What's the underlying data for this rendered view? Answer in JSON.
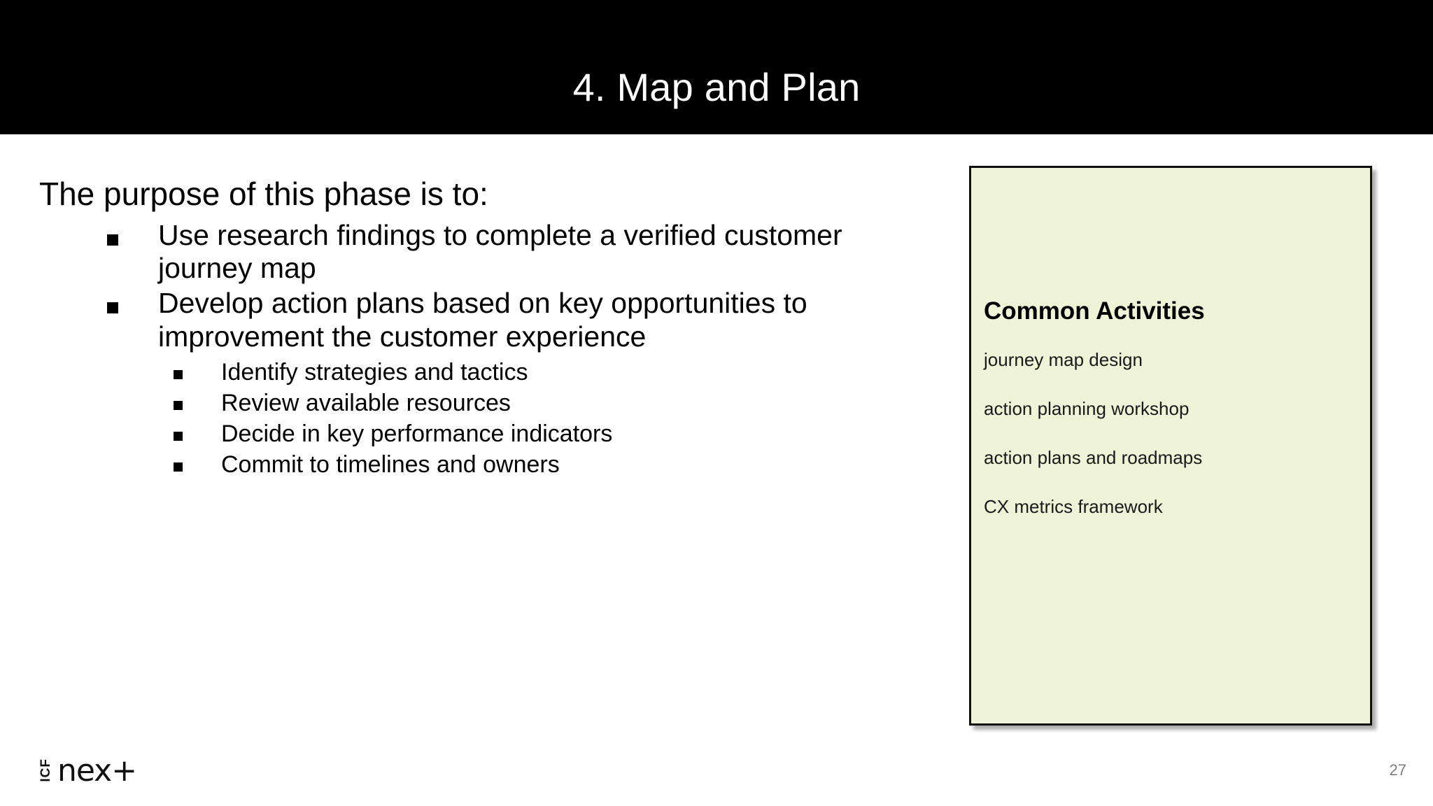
{
  "slide": {
    "title": "4. Map and Plan",
    "page_number": "27",
    "background_color": "#FFFFFF",
    "title_band_color": "#000000",
    "title_text_color": "#FFFFFF"
  },
  "body": {
    "lead_line": "The purpose of this phase is to:",
    "bullets": [
      {
        "text": "Use research findings to complete a verified customer journey map",
        "sub_bullets": []
      },
      {
        "text": "Develop action plans based on key opportunities to improvement the customer experience",
        "sub_bullets": [
          "Identify strategies and tactics",
          "Review available resources",
          "Decide in key performance indicators",
          "Commit to timelines and owners"
        ]
      }
    ]
  },
  "activities_panel": {
    "heading": "Common Activities",
    "fill_color": "#EFF3D7",
    "border_color": "#101010",
    "items": [
      "journey map design",
      "action planning workshop",
      "action plans and roadmaps",
      "CX metrics framework"
    ]
  },
  "footer": {
    "logo_mark": "ICF",
    "logo_word": "nex+",
    "page_number": "27"
  }
}
